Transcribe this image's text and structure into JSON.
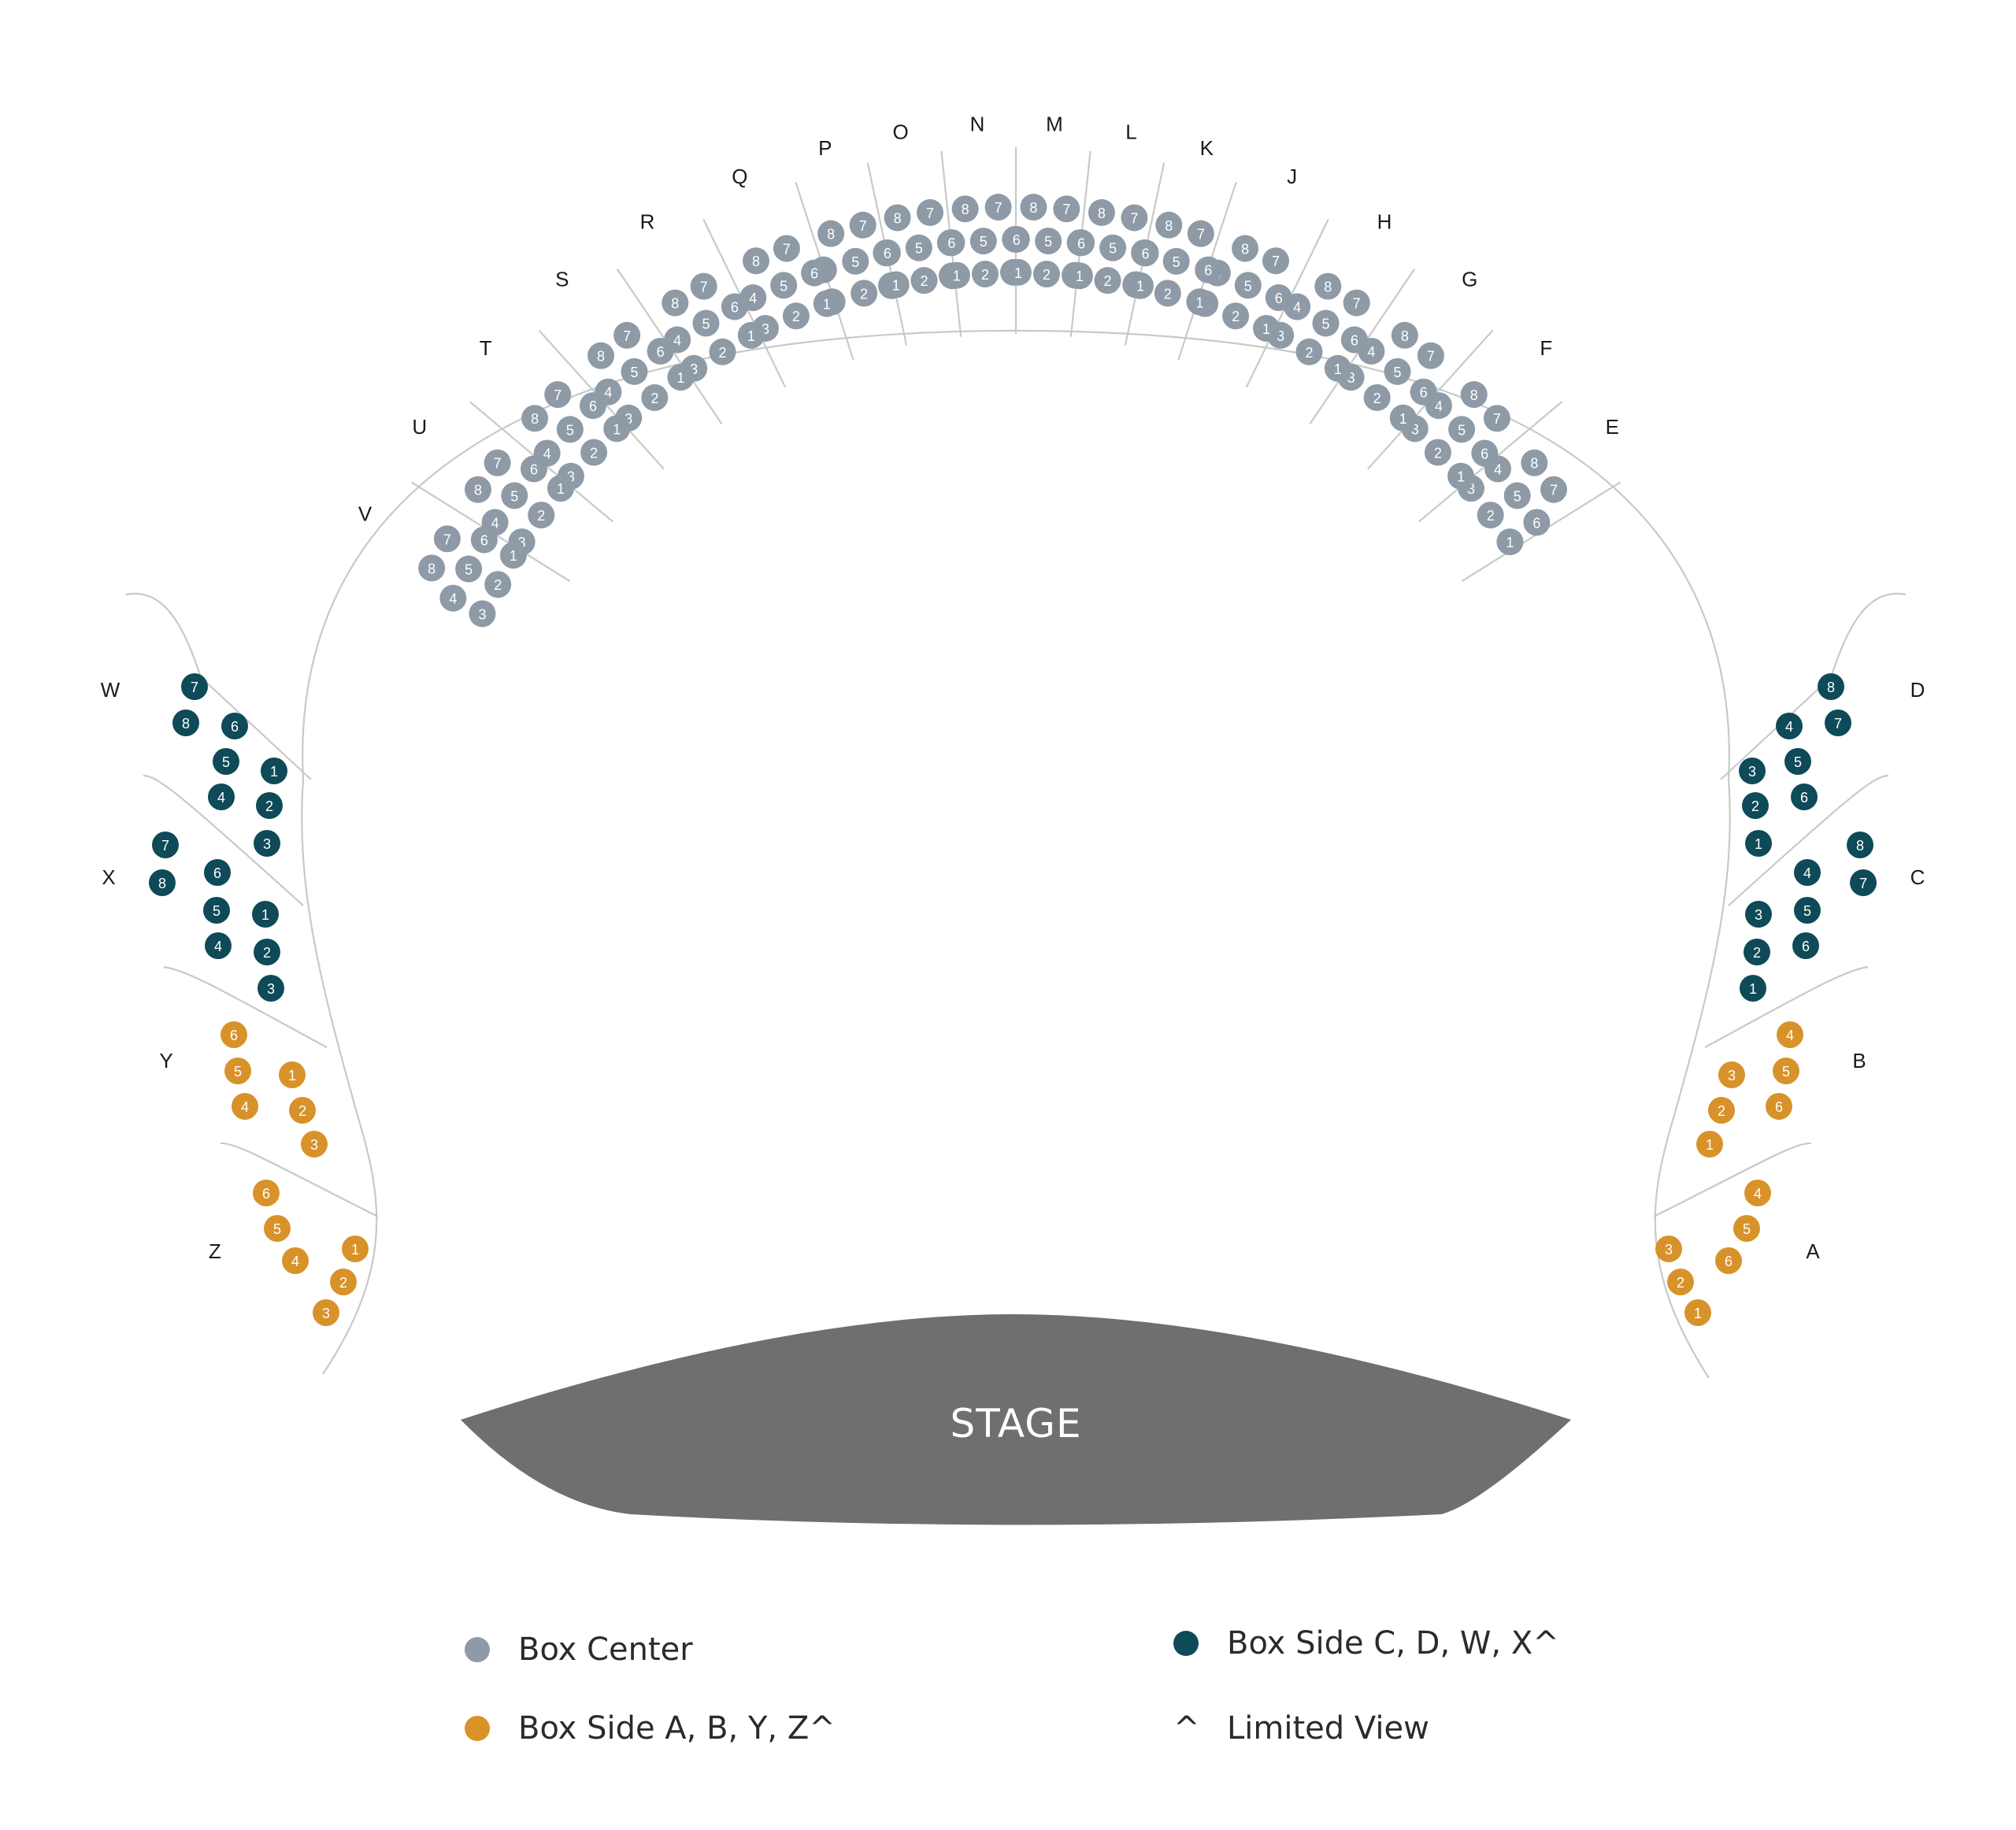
{
  "colors": {
    "center": "#8e9aa6",
    "side_cd": "#0e4a57",
    "side_ab": "#d8922a",
    "stage": "#6f6e70",
    "lines": "#c9c9c9"
  },
  "stage": {
    "label": "STAGE"
  },
  "legend": {
    "center": "Box Center",
    "side_ab": "Box Side A, B, Y, Z^",
    "side_cd": "Box Side C, D, W, X^",
    "limited_symbol": "^",
    "limited": "Limited View"
  },
  "boxes": [
    {
      "name": "A",
      "type": "side_ab"
    },
    {
      "name": "B",
      "type": "side_ab"
    },
    {
      "name": "C",
      "type": "side_cd"
    },
    {
      "name": "D",
      "type": "side_cd"
    },
    {
      "name": "E",
      "type": "center"
    },
    {
      "name": "F",
      "type": "center"
    },
    {
      "name": "G",
      "type": "center"
    },
    {
      "name": "H",
      "type": "center"
    },
    {
      "name": "J",
      "type": "center"
    },
    {
      "name": "K",
      "type": "center"
    },
    {
      "name": "L",
      "type": "center"
    },
    {
      "name": "M",
      "type": "center"
    },
    {
      "name": "N",
      "type": "center"
    },
    {
      "name": "O",
      "type": "center"
    },
    {
      "name": "P",
      "type": "center"
    },
    {
      "name": "Q",
      "type": "center"
    },
    {
      "name": "R",
      "type": "center"
    },
    {
      "name": "S",
      "type": "center"
    },
    {
      "name": "T",
      "type": "center"
    },
    {
      "name": "U",
      "type": "center"
    },
    {
      "name": "V",
      "type": "center"
    },
    {
      "name": "W",
      "type": "side_cd"
    },
    {
      "name": "X",
      "type": "side_cd"
    },
    {
      "name": "Y",
      "type": "side_ab"
    },
    {
      "name": "Z",
      "type": "side_ab"
    }
  ]
}
